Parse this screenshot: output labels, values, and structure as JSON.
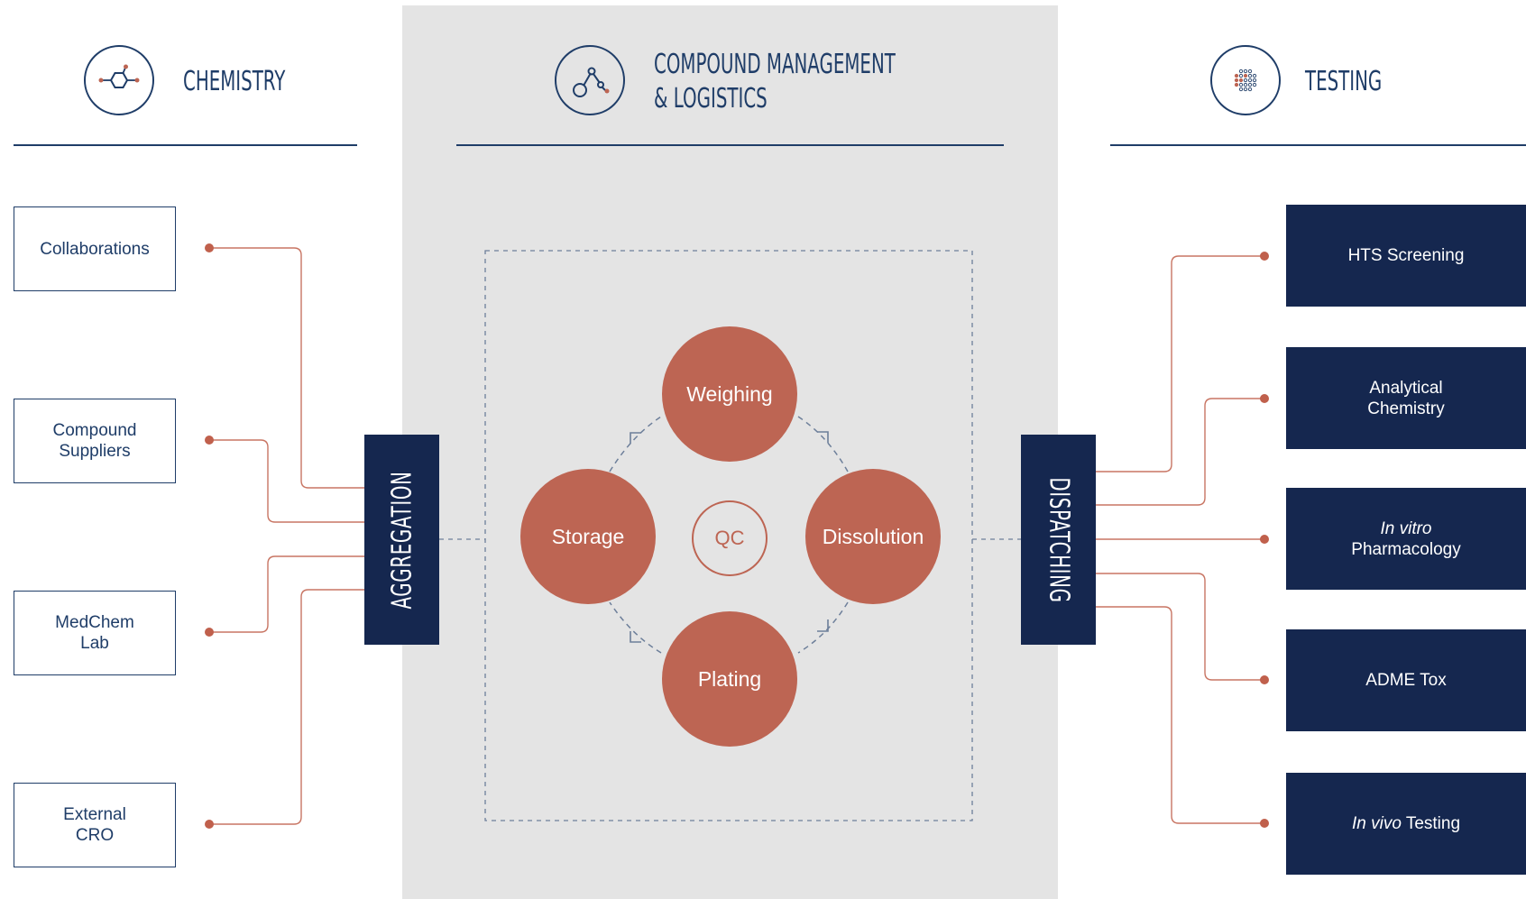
{
  "columns": {
    "chemistry": {
      "title": "CHEMISTRY",
      "icon": "molecule-icon"
    },
    "cml": {
      "title_line1": "COMPOUND MANAGEMENT",
      "title_line2": "& LOGISTICS",
      "icon": "robot-arm-icon"
    },
    "testing": {
      "title": "TESTING",
      "icon": "dot-matrix-icon"
    }
  },
  "sources": [
    {
      "lines": [
        "Collaborations"
      ]
    },
    {
      "lines": [
        "Compound",
        "Suppliers"
      ]
    },
    {
      "lines": [
        "MedChem",
        "Lab"
      ]
    },
    {
      "lines": [
        "External",
        "CRO"
      ]
    }
  ],
  "aggregation_label": "AGGREGATION",
  "dispatching_label": "DISPATCHING",
  "process": {
    "weighing": "Weighing",
    "dissolution": "Dissolution",
    "plating": "Plating",
    "storage": "Storage",
    "qc": "QC"
  },
  "targets": {
    "hts": "HTS Screening",
    "analytical_line1": "Analytical",
    "analytical_line2": "Chemistry",
    "invitro_italic": "In vitro",
    "invitro_line2": "Pharmacology",
    "adme": "ADME Tox",
    "invivo_italic": "In vivo",
    "invivo_rest": " Testing"
  },
  "colors": {
    "navy": "#15274f",
    "heading_blue": "#1f3d68",
    "accent": "#bd6553",
    "panel_gray": "#e4e4e4"
  }
}
